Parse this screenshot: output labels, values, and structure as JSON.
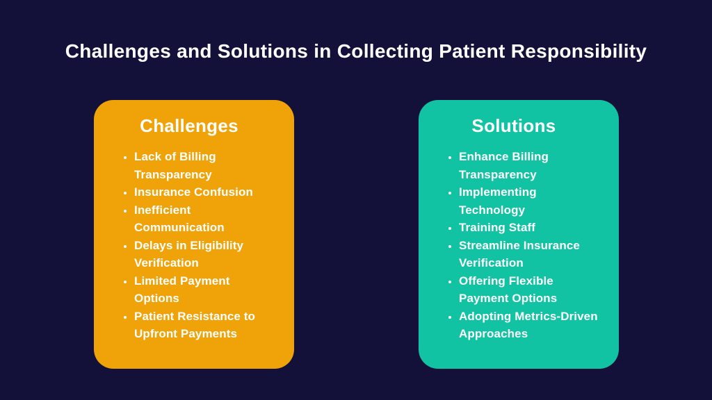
{
  "page": {
    "title": "Challenges and Solutions in Collecting Patient Responsibility",
    "background_color": "#131139",
    "text_color": "#ffffff"
  },
  "cards": [
    {
      "title": "Challenges",
      "color": "#efa309",
      "items": [
        "Lack of Billing Transparency",
        "Insurance Confusion",
        "Inefficient Communication",
        "Delays in Eligibility Verification",
        "Limited Payment Options",
        "Patient Resistance to Upfront Payments"
      ]
    },
    {
      "title": "Solutions",
      "color": "#12c3a3",
      "items": [
        "Enhance Billing Transparency",
        "Implementing Technology",
        "Training Staff",
        "Streamline Insurance Verification",
        "Offering Flexible Payment Options",
        "Adopting Metrics-Driven Approaches"
      ]
    }
  ]
}
